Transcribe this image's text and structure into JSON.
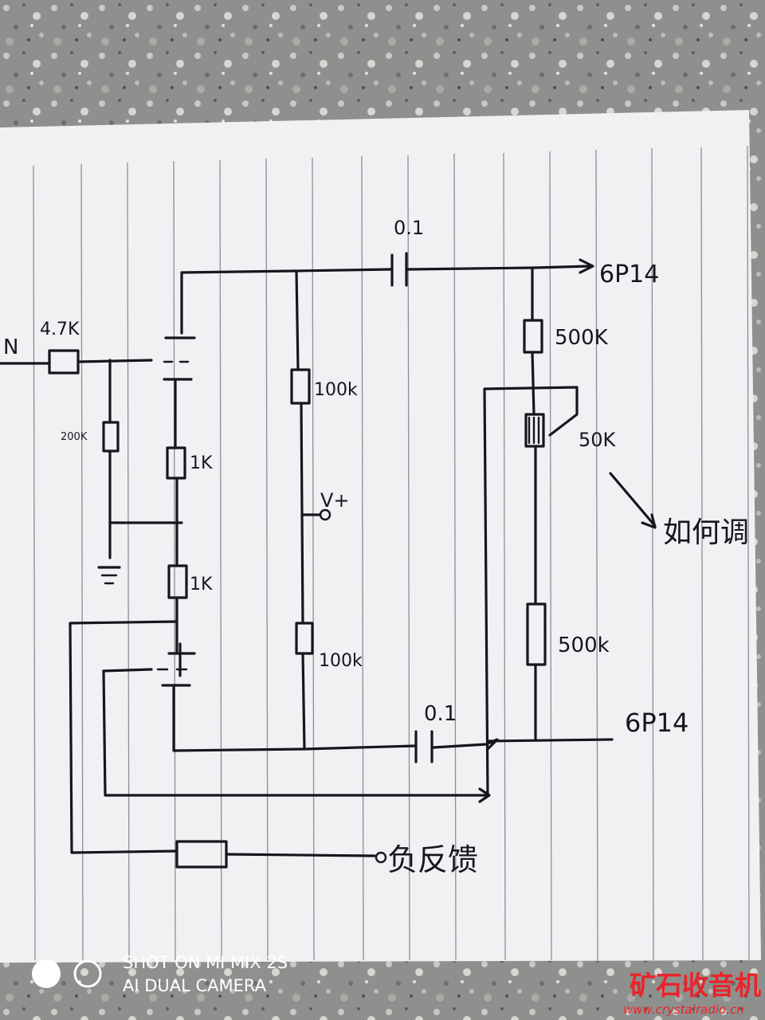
{
  "labels": {
    "input": "N",
    "r_input": "4.7K",
    "r_grid": "200K",
    "r_cathode1": "1K",
    "r_cathode2": "1K",
    "r_plate1": "100k",
    "r_plate2": "100k",
    "supply": "V+",
    "c_top": "0.1",
    "c_bottom": "0.1",
    "out_top": "6P14",
    "out_bottom": "6P14",
    "r_out1": "500K",
    "pot": "50K",
    "r_out2": "500k",
    "question": "如何调",
    "feedback": "负反馈"
  },
  "watermark": {
    "line1": "SHOT ON MI MIX 2S",
    "line2": "AI DUAL CAMERA"
  },
  "logo": {
    "name": "矿石收音机",
    "url": "www.crystalradio.cn"
  },
  "colors": {
    "ink": "#15161e",
    "paper": "#f1f1f3",
    "rule": "#8c8e97",
    "logo": "#e8242a"
  }
}
